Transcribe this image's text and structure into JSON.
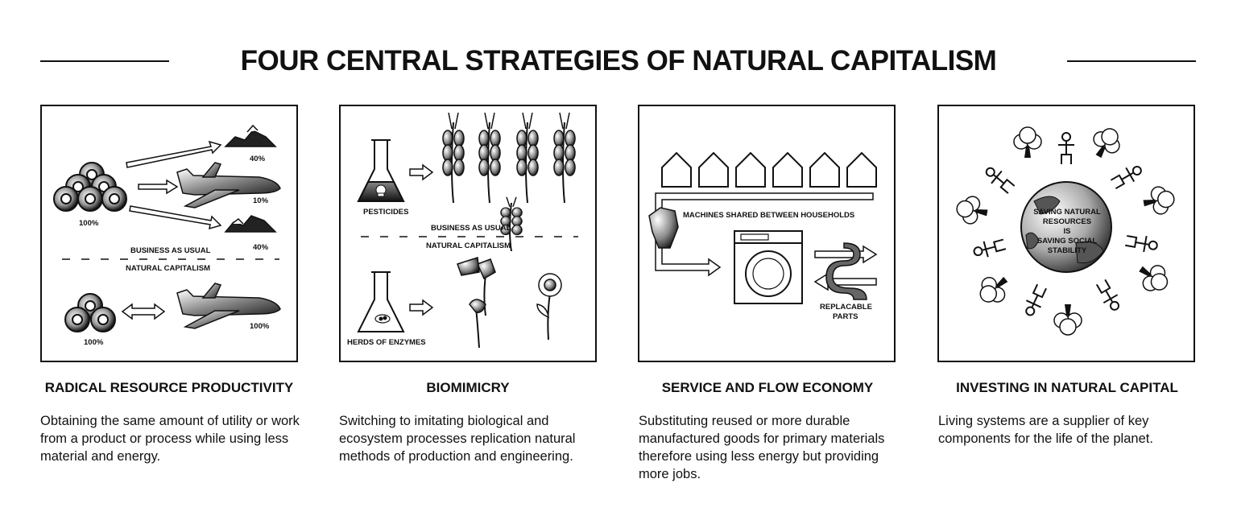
{
  "title": "FOUR CENTRAL STRATEGIES OF NATURAL CAPITALISM",
  "panels": [
    {
      "heading": "RADICAL RESOURCE PRODUCTIVITY",
      "description": "Obtaining the same amount of utility or work from a product or process while using less material and energy.",
      "labels": {
        "top_waste": "40%",
        "plane_top": "10%",
        "bottom_waste": "40%",
        "pipes_top": "100%",
        "business_as_usual": "BUSINESS AS USUAL",
        "natural_capitalism": "NATURAL CAPITALISM",
        "pipes_bottom": "100%",
        "plane_bottom": "100%"
      }
    },
    {
      "heading": "BIOMIMICRY",
      "description": "Switching to imitating biological and ecosystem processes replication natural methods of production and engineering.",
      "labels": {
        "pesticides": "PESTICIDES",
        "business_as_usual": "BUSINESS AS USUAL",
        "natural_capitalism": "NATURAL CAPITALISM",
        "enzymes": "HERDS OF ENZYMES"
      }
    },
    {
      "heading": "SERVICE AND FLOW ECONOMY",
      "description": "Substituting reused or more durable manufactured goods for primary materials therefore using less energy but providing more jobs.",
      "labels": {
        "machines": "MACHINES SHARED BETWEEN HOUSEHOLDS",
        "replacable_1": "REPLACABLE",
        "replacable_2": "PARTS"
      }
    },
    {
      "heading": "INVESTING IN NATURAL CAPITAL",
      "description": "Living systems are a supplier of key components for the life of the planet.",
      "labels": {
        "globe_1": "SAVING NATURAL",
        "globe_2": "RESOURCES",
        "globe_3": "IS",
        "globe_4": "SAVING SOCIAL",
        "globe_5": "STABILITY"
      }
    }
  ],
  "icons": [
    "pipes-icon",
    "airplane-icon",
    "waste-pile-icon",
    "flask-icon",
    "skull-icon",
    "wheat-icon",
    "flower-icon",
    "house-icon",
    "washing-machine-icon",
    "hand-icon",
    "globe-icon",
    "tree-icon",
    "person-icon"
  ],
  "colors": {
    "ink": "#111111",
    "paper": "#ffffff"
  }
}
